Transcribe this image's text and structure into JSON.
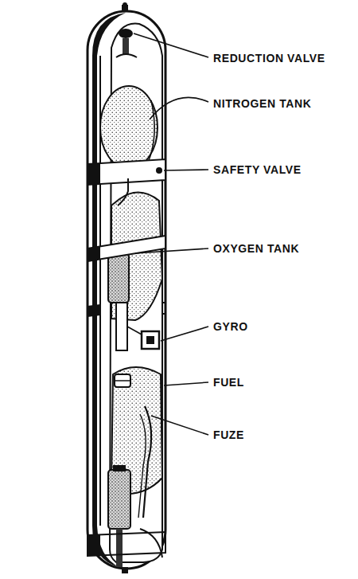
{
  "diagram": {
    "labels": [
      "REDUCTION VALVE",
      "NITROGEN TANK",
      "SAFETY VALVE",
      "OXYGEN TANK",
      "GYRO",
      "FUEL",
      "FUZE"
    ]
  }
}
